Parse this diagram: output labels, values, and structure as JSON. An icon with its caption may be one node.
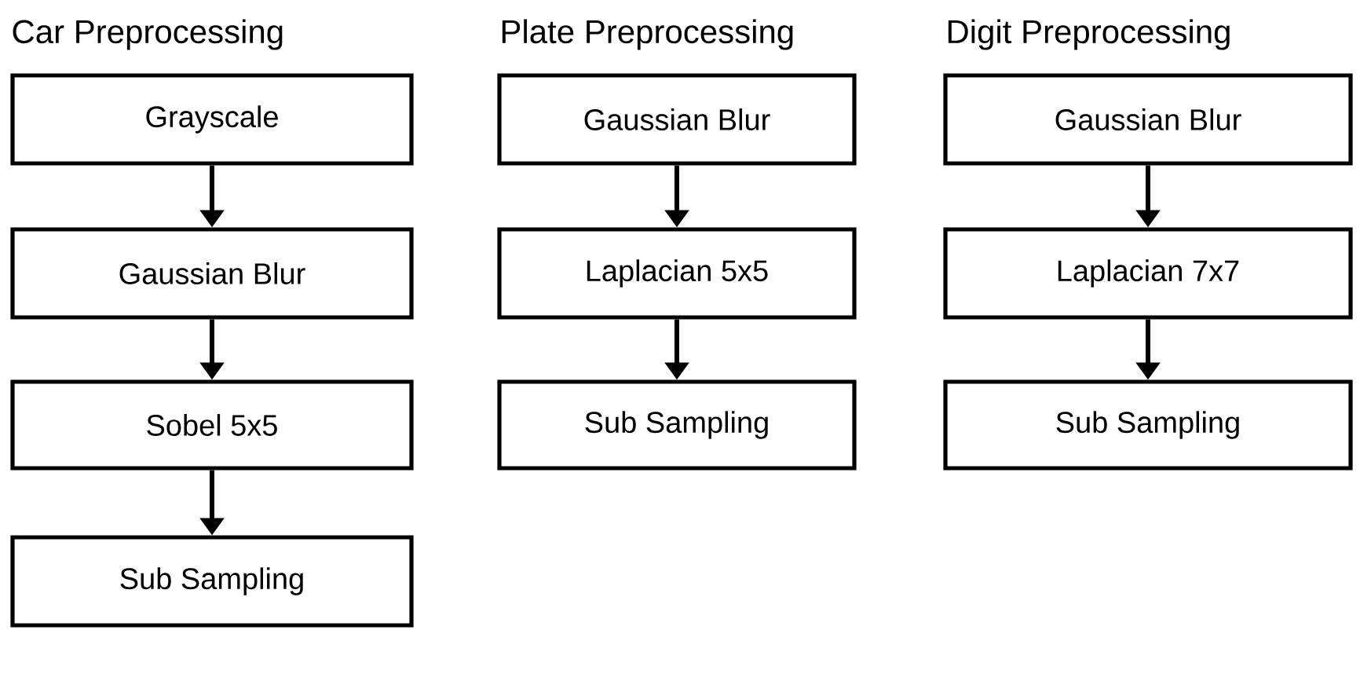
{
  "diagram": {
    "nodes": [
      {
        "text": [
          "Grayscale"
        ]
      },
      {
        "text": [
          "Gaussian Blur"
        ]
      },
      {
        "text": [
          "Sobel 5x5"
        ]
      },
      {
        "text": [
          "Sub Sampling"
        ]
      },
      {
        "text": [
          "Gaussian Blur"
        ]
      },
      {
        "text": [
          "Laplacian 5x5"
        ]
      },
      {
        "text": [
          "Sub Sampling"
        ]
      },
      {
        "text": [
          "Gaussian Blur"
        ]
      },
      {
        "text": [
          "Laplacian 7x7"
        ]
      },
      {
        "text": [
          "Sub Sampling"
        ]
      }
    ],
    "edges": [
      {
        "from": 0,
        "to": 1,
        "arrow": "to"
      },
      {
        "from": 1,
        "to": 2,
        "arrow": "to"
      },
      {
        "from": 2,
        "to": 3,
        "arrow": "to"
      },
      {
        "from": 4,
        "to": 5,
        "arrow": "to"
      },
      {
        "from": 5,
        "to": 6,
        "arrow": "to"
      },
      {
        "from": 7,
        "to": 8,
        "arrow": "to"
      },
      {
        "from": 8,
        "to": 9,
        "arrow": "to"
      }
    ],
    "labels": [
      "Car Preprocessing",
      "Plate Preprocessing",
      "Digit Preprocessing"
    ]
  }
}
